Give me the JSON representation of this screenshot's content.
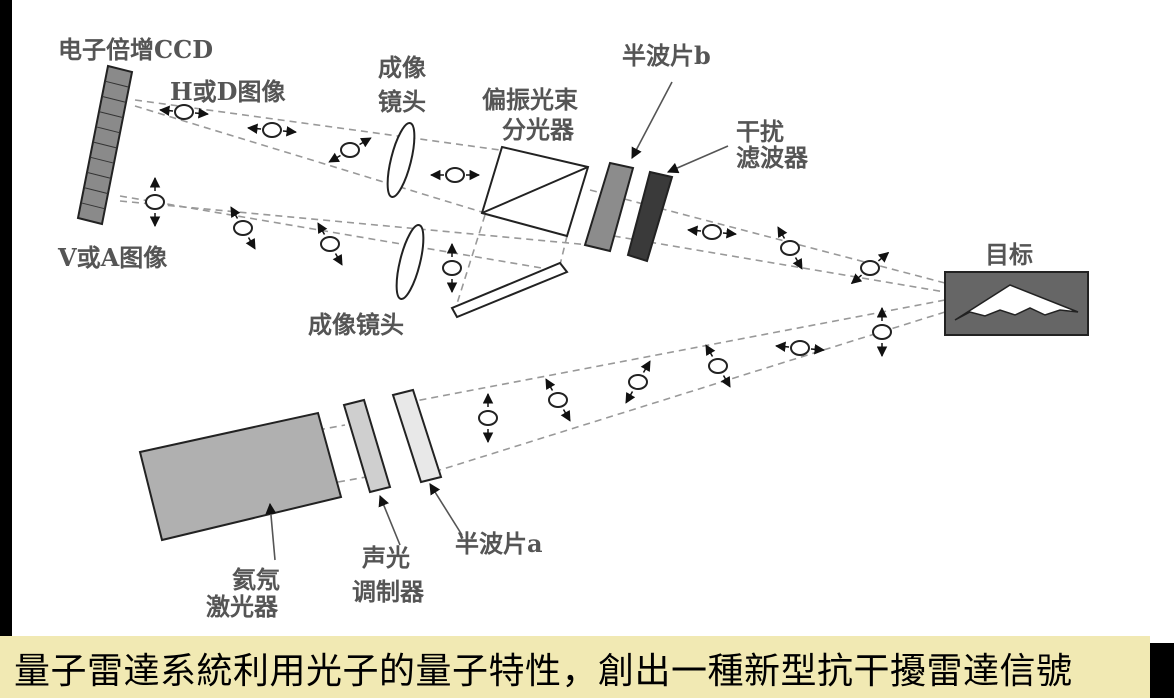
{
  "diagram": {
    "labels": {
      "emccd": "电子倍增CCD",
      "h_or_d_image": "H或D图像",
      "imaging_lens_top_1": "成像",
      "imaging_lens_top_2": "镜头",
      "pbs_1": "偏振光束",
      "pbs_2": "分光器",
      "half_wave_b": "半波片b",
      "filter_1": "干扰",
      "filter_2": "滤波器",
      "v_or_a_image": "V或A图像",
      "imaging_lens_bottom": "成像镜头",
      "target": "目标",
      "laser_1": "氦氖",
      "laser_2": "激光器",
      "aom_1": "声光",
      "aom_2": "调制器",
      "half_wave_a": "半波片a"
    },
    "colors": {
      "detector": "#8a8a8a",
      "half_wave_b": "#8c8c8c",
      "filter": "#3a3a3a",
      "target_box": "#666666",
      "laser": "#b0b0b0",
      "aom": "#cfcfcf",
      "half_wave_a": "#e8e8e8"
    }
  },
  "caption": {
    "text": "量子雷達系統利用光子的量子特性，創出一種新型抗干擾雷達信號",
    "background": "#F1E9B3"
  }
}
